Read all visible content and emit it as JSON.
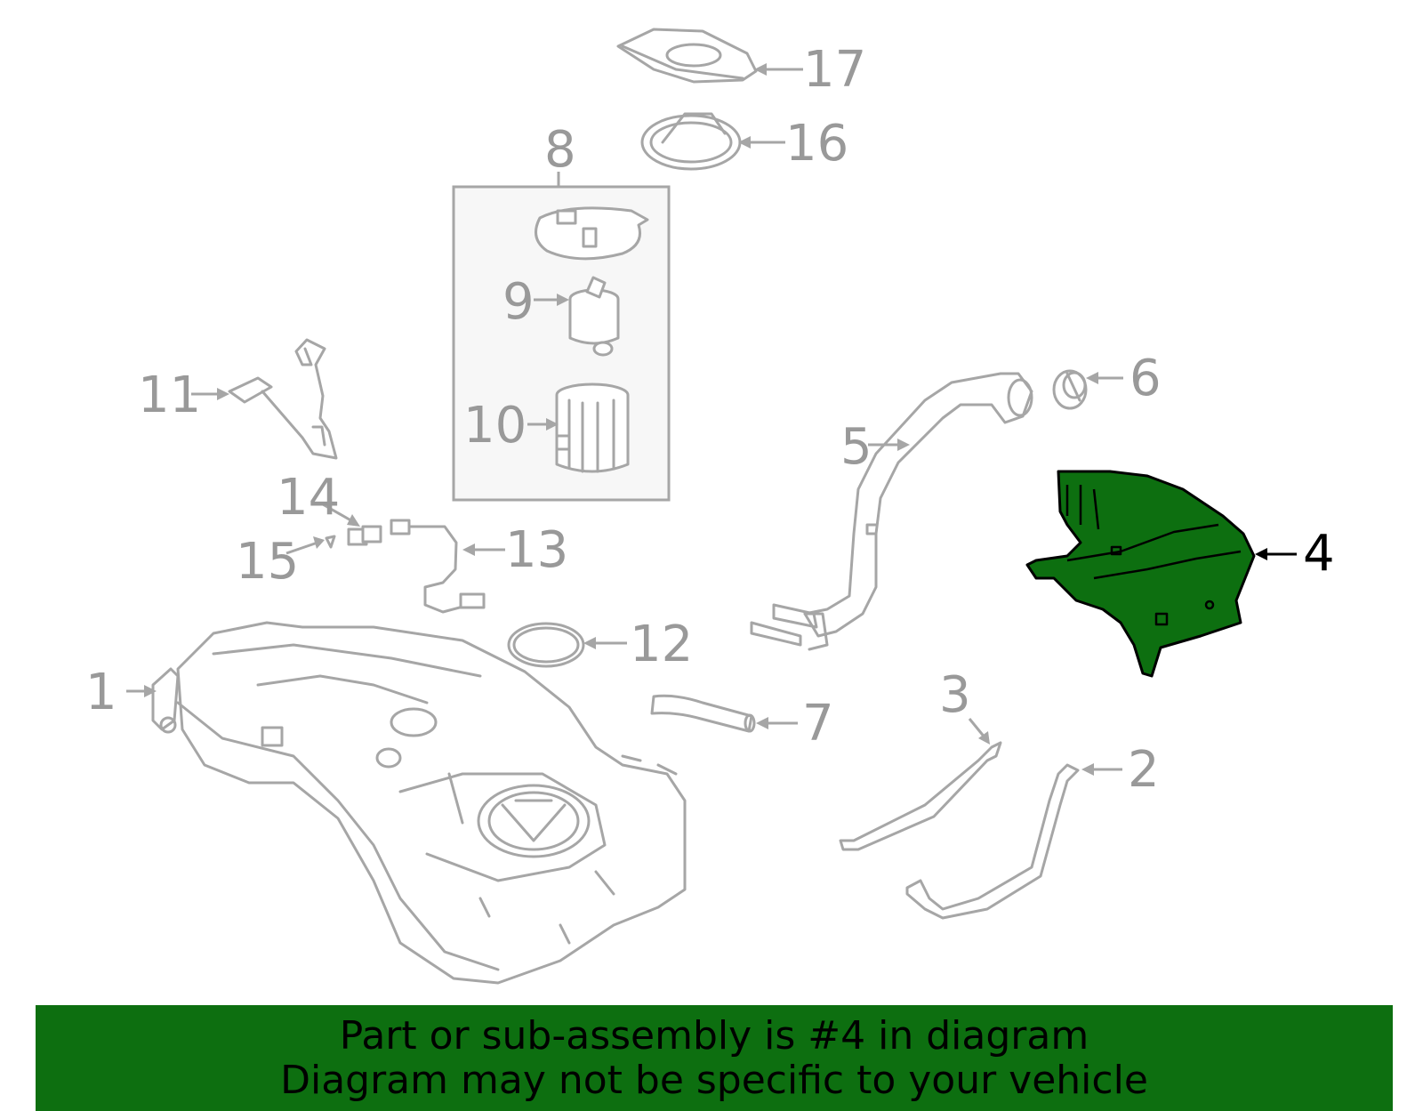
{
  "callouts": {
    "c1": "1",
    "c2": "2",
    "c3": "3",
    "c4": "4",
    "c5": "5",
    "c6": "6",
    "c7": "7",
    "c8": "8",
    "c9": "9",
    "c10": "10",
    "c11": "11",
    "c12": "12",
    "c13": "13",
    "c14": "14",
    "c15": "15",
    "c16": "16",
    "c17": "17"
  },
  "highlighted_part": "4",
  "colors": {
    "highlight": "#0d6f10",
    "line_art": "#a6a6a6",
    "banner_text": "#000000"
  },
  "banner": {
    "line1": "Part or sub-assembly is #4 in diagram",
    "line2": "Diagram may not be specific to your vehicle"
  }
}
